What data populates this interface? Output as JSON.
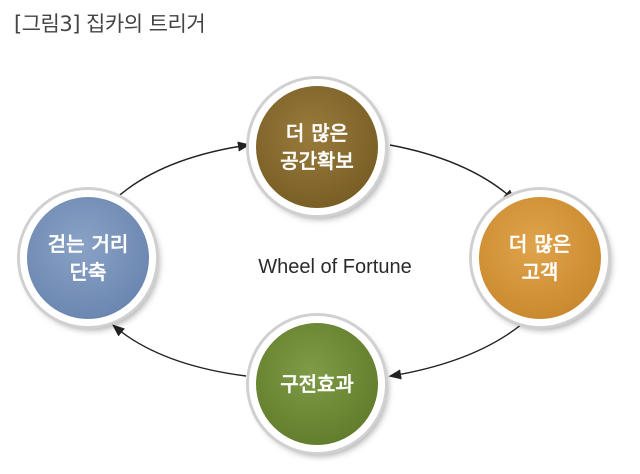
{
  "caption": "[그림3] 집카의 트리거",
  "center_label": "Wheel of Fortune",
  "nodes": {
    "top": {
      "line1": "더 많은",
      "line2": "공간확보",
      "color": "#7b6027"
    },
    "right": {
      "line1": "더 많은",
      "line2": "고객",
      "color": "#cc8b30"
    },
    "bottom": {
      "line1": "구전효과",
      "color": "#64802e"
    },
    "left": {
      "line1": "걷는 거리",
      "line2": "단축",
      "color": "#6d88b2"
    }
  },
  "arrow_color": "#222222"
}
